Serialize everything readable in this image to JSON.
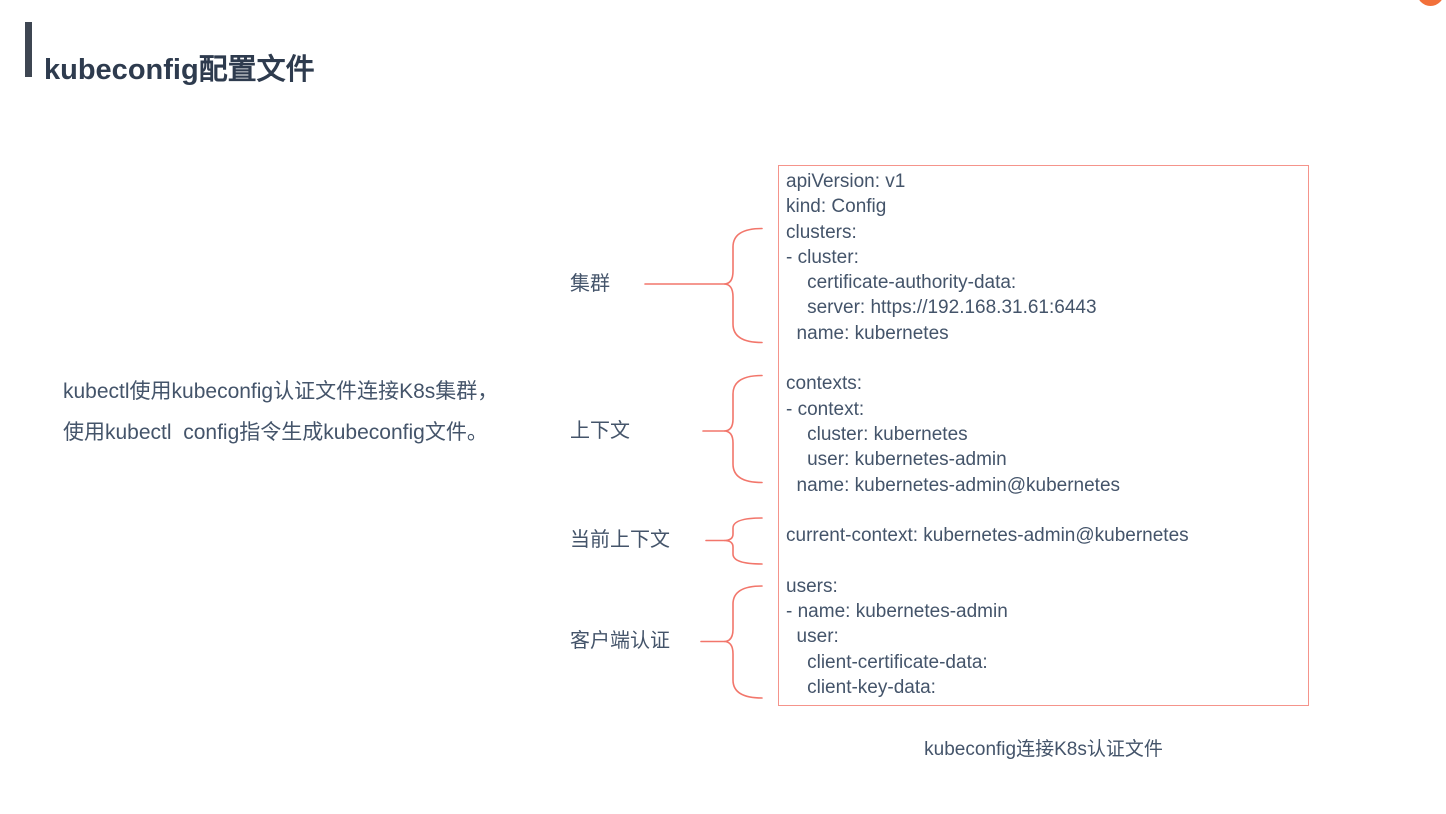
{
  "slide": {
    "title": "kubeconfig配置文件",
    "intro_line1": "kubectl使用kubeconfig认证文件连接K8s集群，",
    "intro_line2": "使用kubectl  config指令生成kubeconfig文件。",
    "caption": "kubeconfig连接K8s认证文件"
  },
  "kubeconfig": {
    "code": "apiVersion: v1\nkind: Config\nclusters:\n- cluster:\n    certificate-authority-data:\n    server: https://192.168.31.61:6443\n  name: kubernetes\n\ncontexts:\n- context:\n    cluster: kubernetes\n    user: kubernetes-admin\n  name: kubernetes-admin@kubernetes\n\ncurrent-context: kubernetes-admin@kubernetes\n\nusers:\n- name: kubernetes-admin\n  user:\n    client-certificate-data:\n    client-key-data:"
  },
  "annotations": [
    {
      "label": "集群"
    },
    {
      "label": "上下文"
    },
    {
      "label": "当前上下文"
    },
    {
      "label": "客户端认证"
    }
  ],
  "colors": {
    "accent_red": "#f2766b",
    "box_border": "#f5948b",
    "text_dark": "#44546a",
    "title_color": "#2e3b4e",
    "title_bar": "#3e4652",
    "orange_dot": "#f2703a"
  }
}
